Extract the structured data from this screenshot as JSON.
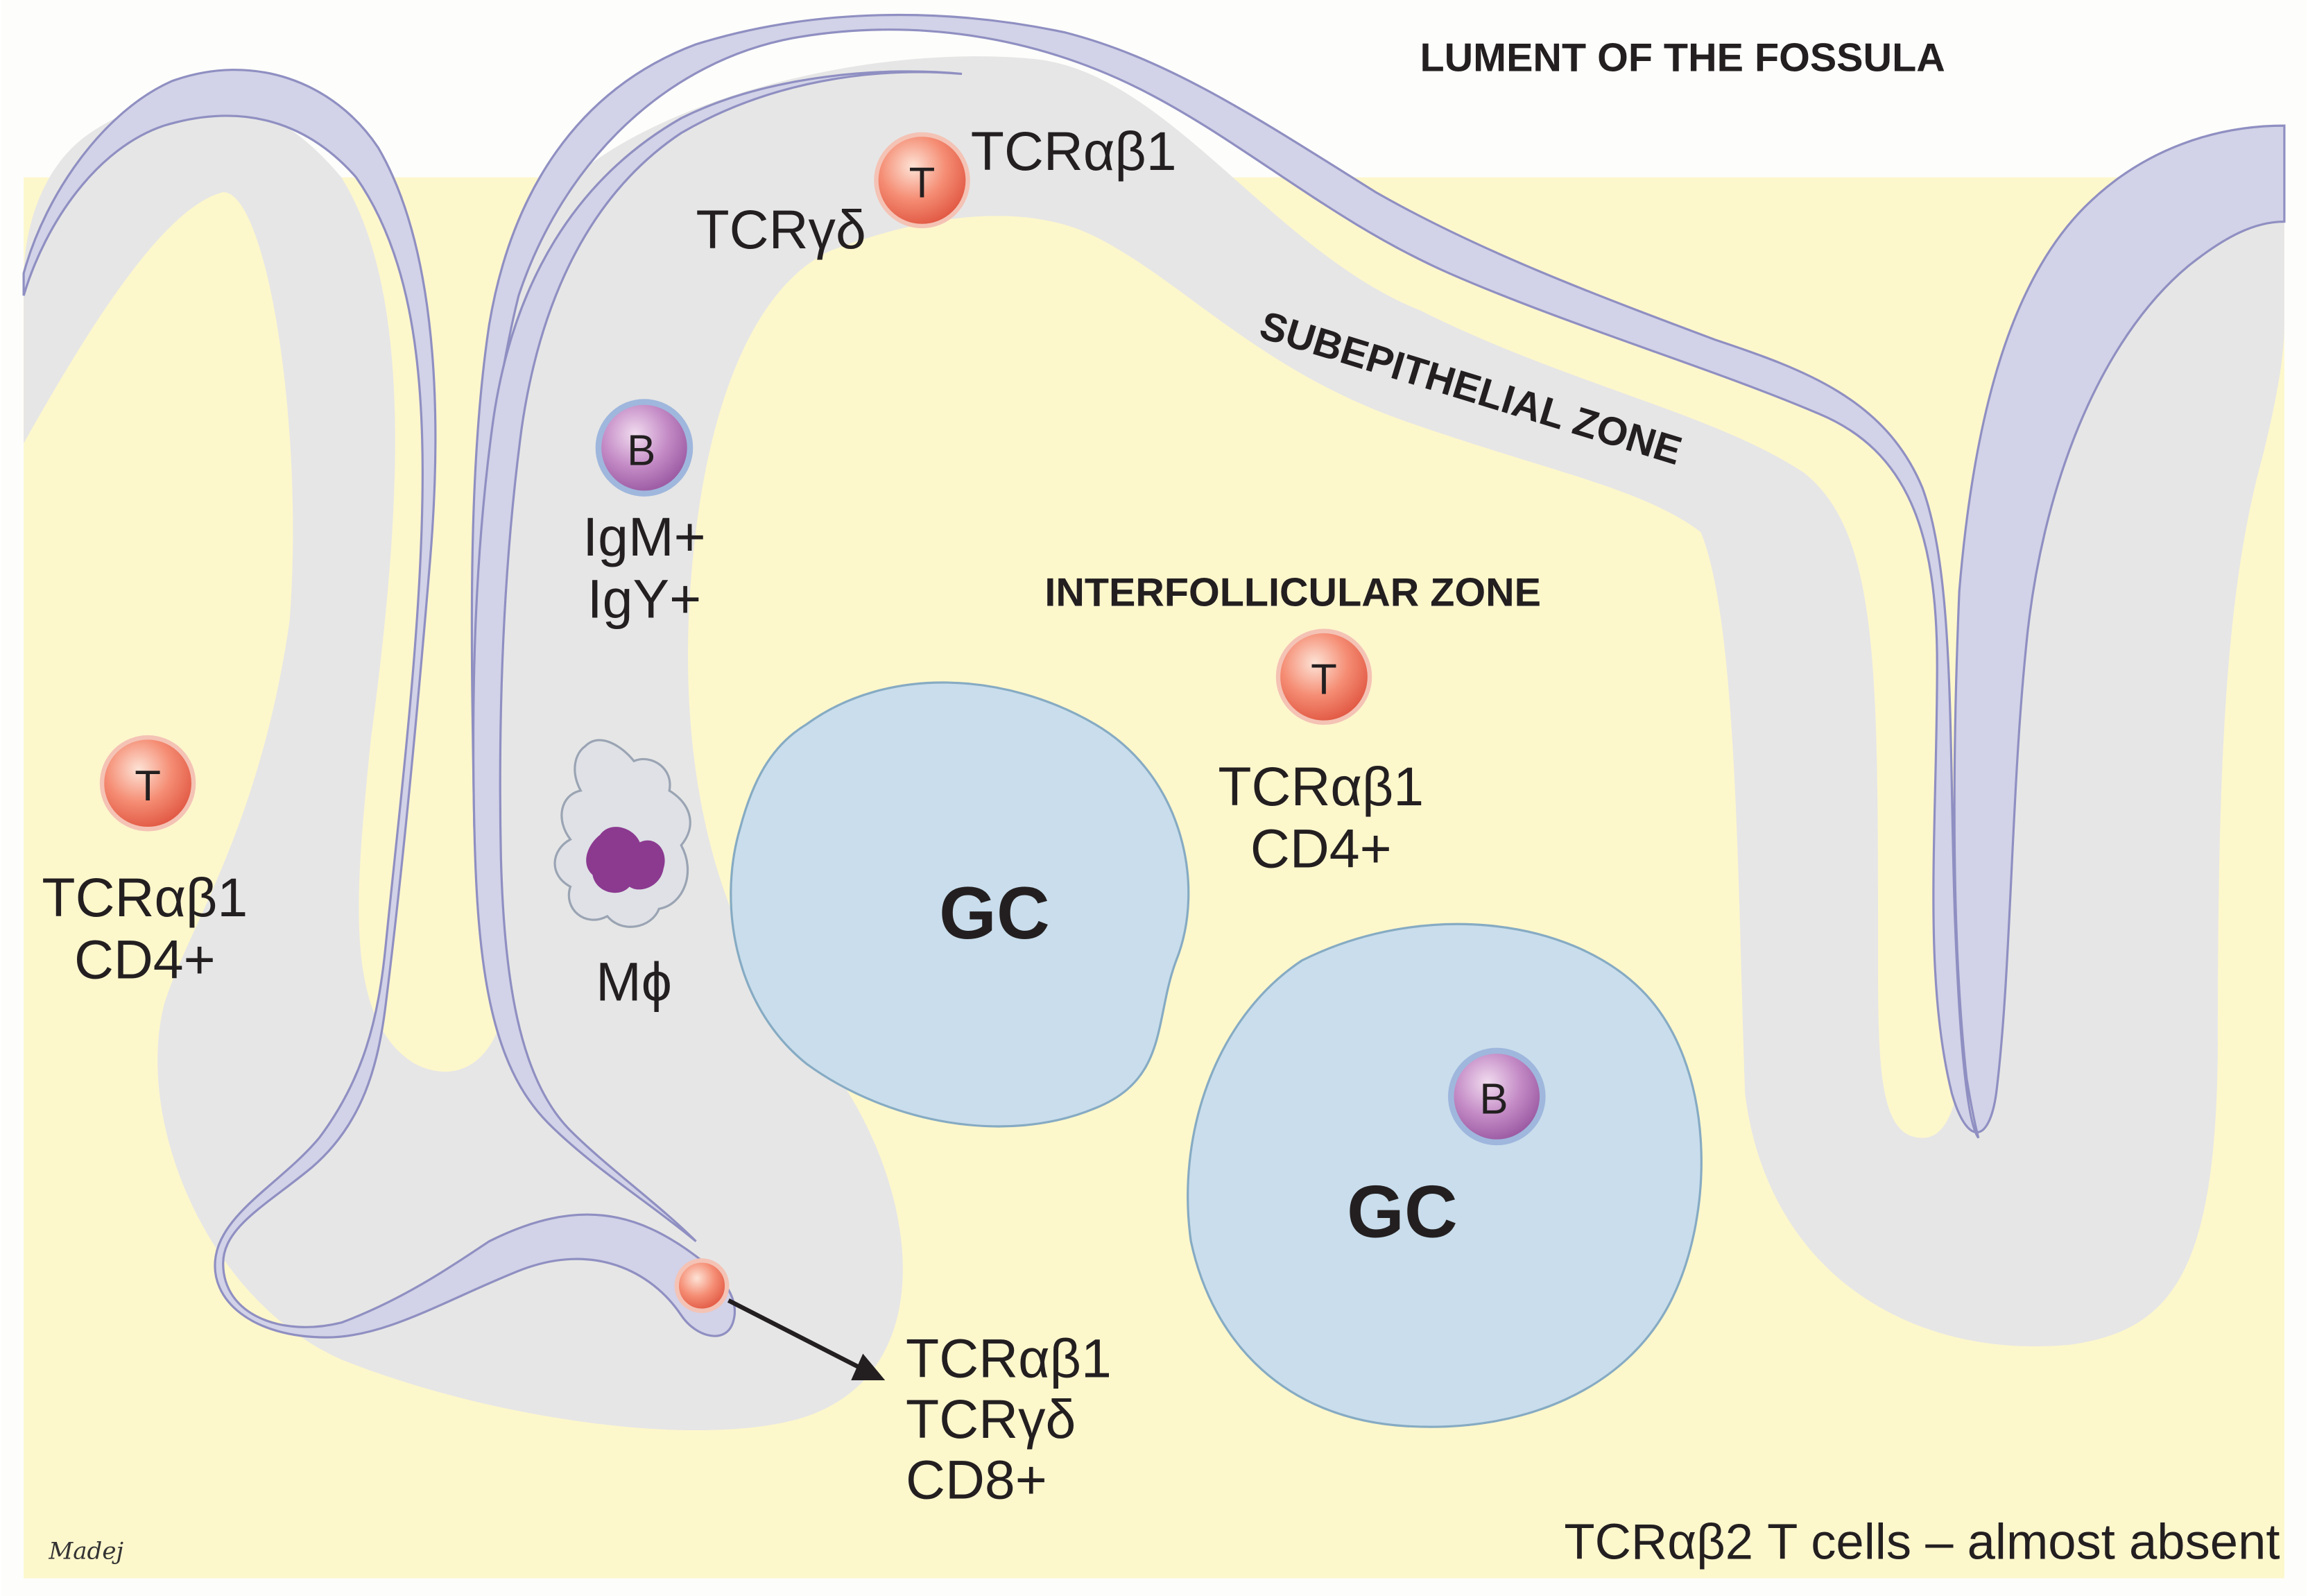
{
  "zones": {
    "lumen": "LUMENT OF THE FOSSULA",
    "subepithelial": "SUBEPITHELIAL ZONE",
    "interfollicular": "INTERFOLLICULAR ZONE"
  },
  "germinal_centers": [
    "GC",
    "GC"
  ],
  "cells": {
    "t_letter": "T",
    "b_letter": "B"
  },
  "labels": {
    "top_tcr_ab1": "TCRαβ1",
    "top_tcr_gd": "TCRγδ",
    "b_cell_igm": "IgM+",
    "b_cell_igy": "IgY+",
    "macrophage": "Mϕ",
    "left_line1": "TCRαβ1",
    "left_line2": "CD4+",
    "center_line1": "TCRαβ1",
    "center_line2": "CD4+",
    "arrow_line1": "TCRαβ1",
    "arrow_line2": "TCRγδ",
    "arrow_line3": "CD8+"
  },
  "footer_note": "TCRαβ2 T cells – almost absent",
  "signature": "Madej",
  "colors": {
    "lumen": "#fdfdfb",
    "lamina": "#fdf7cc",
    "subepithelial": "#e6e6e6",
    "epithelium": "#d2d2e8",
    "epithelium_edge": "#8f8fc2",
    "germinal_center": "#c9ddec",
    "t_cell": "#ef6d5b",
    "b_cell": "#b476b8",
    "macrophage_nucleus": "#8b3a90"
  }
}
